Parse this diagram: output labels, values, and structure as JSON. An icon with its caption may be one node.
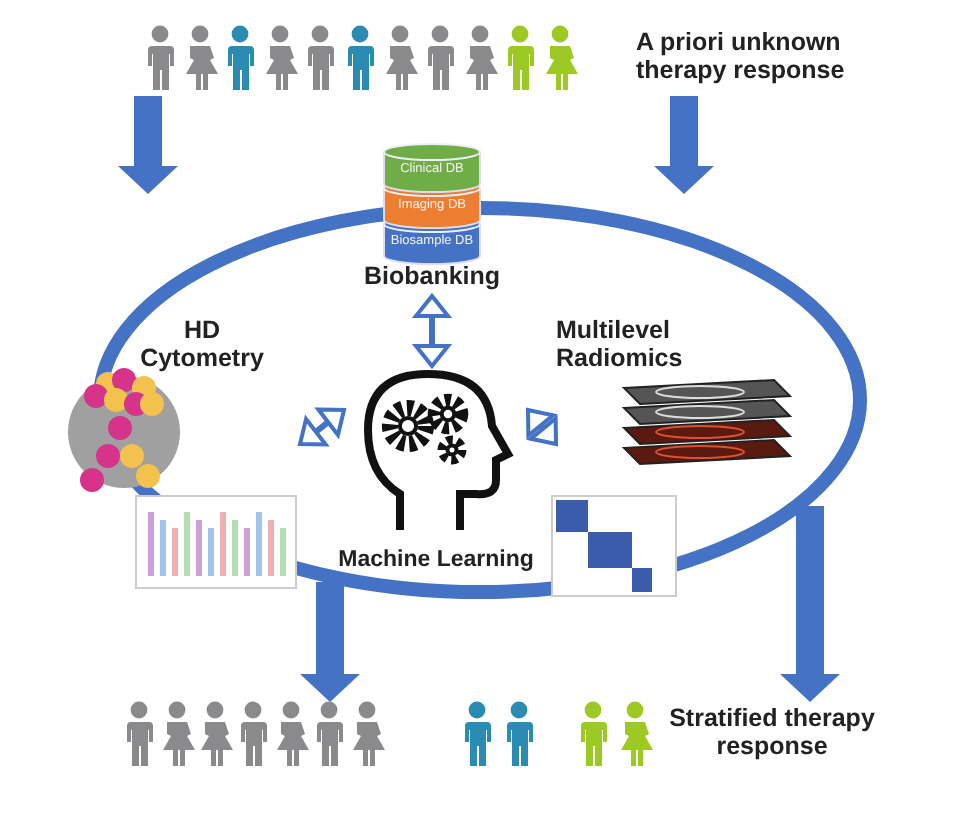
{
  "diagram": {
    "nodes": [
      {
        "text": [
          "A priori unknown therapy response"
        ]
      },
      {
        "text": [],
        "shape": "ellipse"
      },
      {
        "text": [
          "Clinical DB",
          "Imaging DB",
          "Biosample DB"
        ],
        "beside": [
          "Biobanking"
        ]
      },
      {
        "text": [
          "HD Cytometry"
        ],
        "in": 1
      },
      {
        "text": [
          "Machine Learning"
        ],
        "in": 1
      },
      {
        "text": [
          "Multilevel Radiomics"
        ],
        "in": 1
      },
      {
        "text": [
          "Stratified therapy response"
        ]
      }
    ],
    "edges": [
      {
        "from": 0,
        "to": 1,
        "arrow": "to"
      },
      {
        "from": 0,
        "to": 1,
        "arrow": "to"
      },
      {
        "from": 2,
        "to": 4,
        "arrow": "both"
      },
      {
        "from": 3,
        "to": 4,
        "arrow": "both"
      },
      {
        "from": 5,
        "to": 4,
        "arrow": "both"
      },
      {
        "from": 1,
        "to": 6,
        "arrow": "to"
      },
      {
        "from": 1,
        "to": 6,
        "arrow": "to"
      }
    ]
  }
}
